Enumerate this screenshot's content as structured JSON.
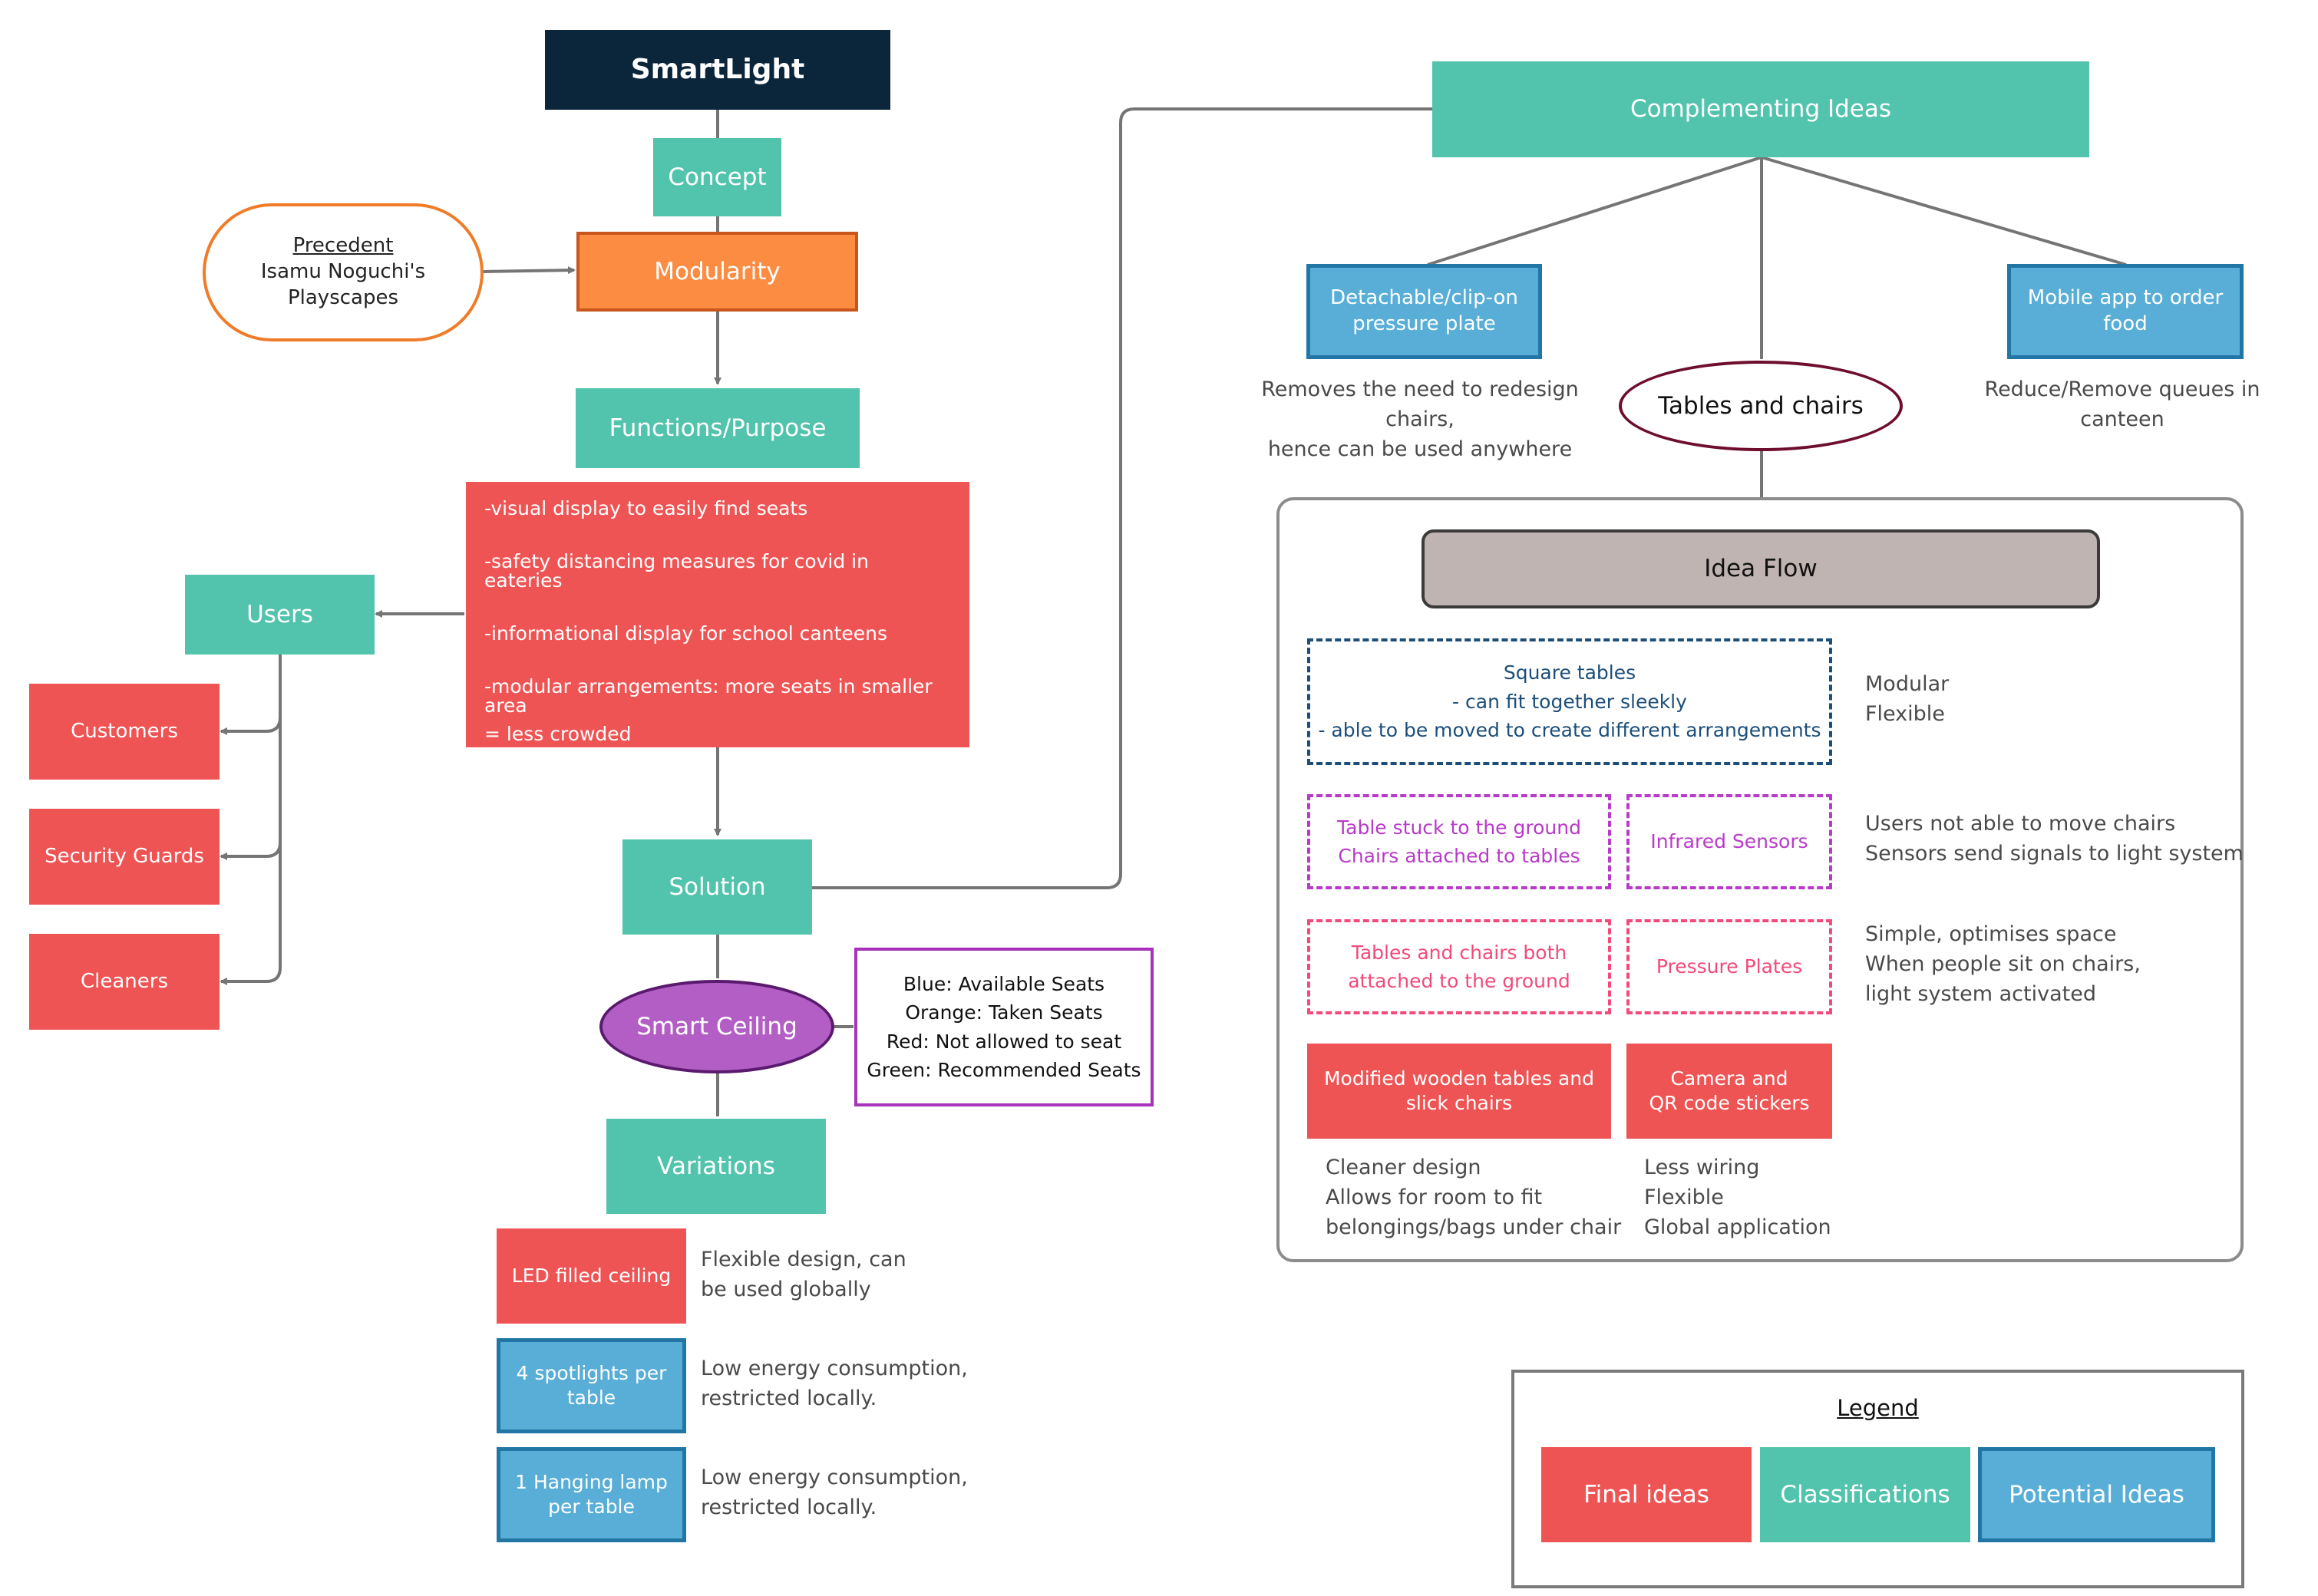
{
  "title": "SmartLight",
  "concept": "Concept",
  "modularity": "Modularity",
  "precedent": {
    "heading": "Precedent",
    "line1": "Isamu Noguchi's",
    "line2": "Playscapes"
  },
  "functions_title": "Functions/Purpose",
  "functions_list": [
    "-visual display to easily find seats",
    "-safety distancing measures for covid in eateries",
    "-informational display for school canteens",
    "-modular arrangements: more seats in smaller area",
    "= less crowded"
  ],
  "users": {
    "title": "Users",
    "items": [
      "Customers",
      "Security Guards",
      "Cleaners"
    ]
  },
  "solution": "Solution",
  "smart_ceiling": "Smart Ceiling",
  "color_key": [
    "Blue: Available Seats",
    "Orange: Taken Seats",
    "Red: Not allowed to seat",
    "Green: Recommended Seats"
  ],
  "variations": {
    "title": "Variations",
    "items": [
      {
        "label": "LED filled ceiling",
        "note": "Flexible design, can\nbe used globally"
      },
      {
        "label": "4 spotlights per table",
        "note": "Low energy consumption,\nrestricted locally."
      },
      {
        "label": "1 Hanging lamp per table",
        "note": "Low energy consumption,\nrestricted locally."
      }
    ]
  },
  "complementing": {
    "title": "Complementing Ideas",
    "detachable": "Detachable/clip-on pressure plate",
    "detachable_note": "Removes the need to redesign chairs,\nhence can be used anywhere",
    "tables_chairs": "Tables and chairs",
    "mobile": "Mobile app to order food",
    "mobile_note": "Reduce/Remove queues in canteen"
  },
  "idea_flow": {
    "title": "Idea Flow",
    "square_tables": "Square tables\n- can fit together sleekly\n- able to be moved to create different arrangements",
    "square_note": "Modular\nFlexible",
    "stuck": "Table stuck to the ground\nChairs attached to tables",
    "infrared": "Infrared Sensors",
    "row2_note": "Users not able to move chairs\nSensors send signals to light system",
    "both": "Tables and chairs both\nattached to the ground",
    "pressure": "Pressure Plates",
    "row3_note": "Simple, optimises space\nWhen people sit on chairs,\nlight system activated",
    "wooden": "Modified wooden tables and slick chairs",
    "camera": "Camera and\nQR code stickers",
    "wooden_note": "Cleaner design\nAllows for room to fit\nbelongings/bags under chair",
    "camera_note": "Less wiring\nFlexible\nGlobal application"
  },
  "legend": {
    "title": "Legend",
    "final": "Final ideas",
    "classifications": "Classifications",
    "potential": "Potential Ideas"
  },
  "colors": {
    "teal": "#52c3ad",
    "red": "#ef5455",
    "blue": "#58aed7",
    "orange": "#fb8c42",
    "navy": "#0b253b",
    "purple": "#b35ec5",
    "pink": "#f24a7b",
    "magenta": "#b83ac8",
    "idea_flow_gray": "#bfb4b2"
  }
}
